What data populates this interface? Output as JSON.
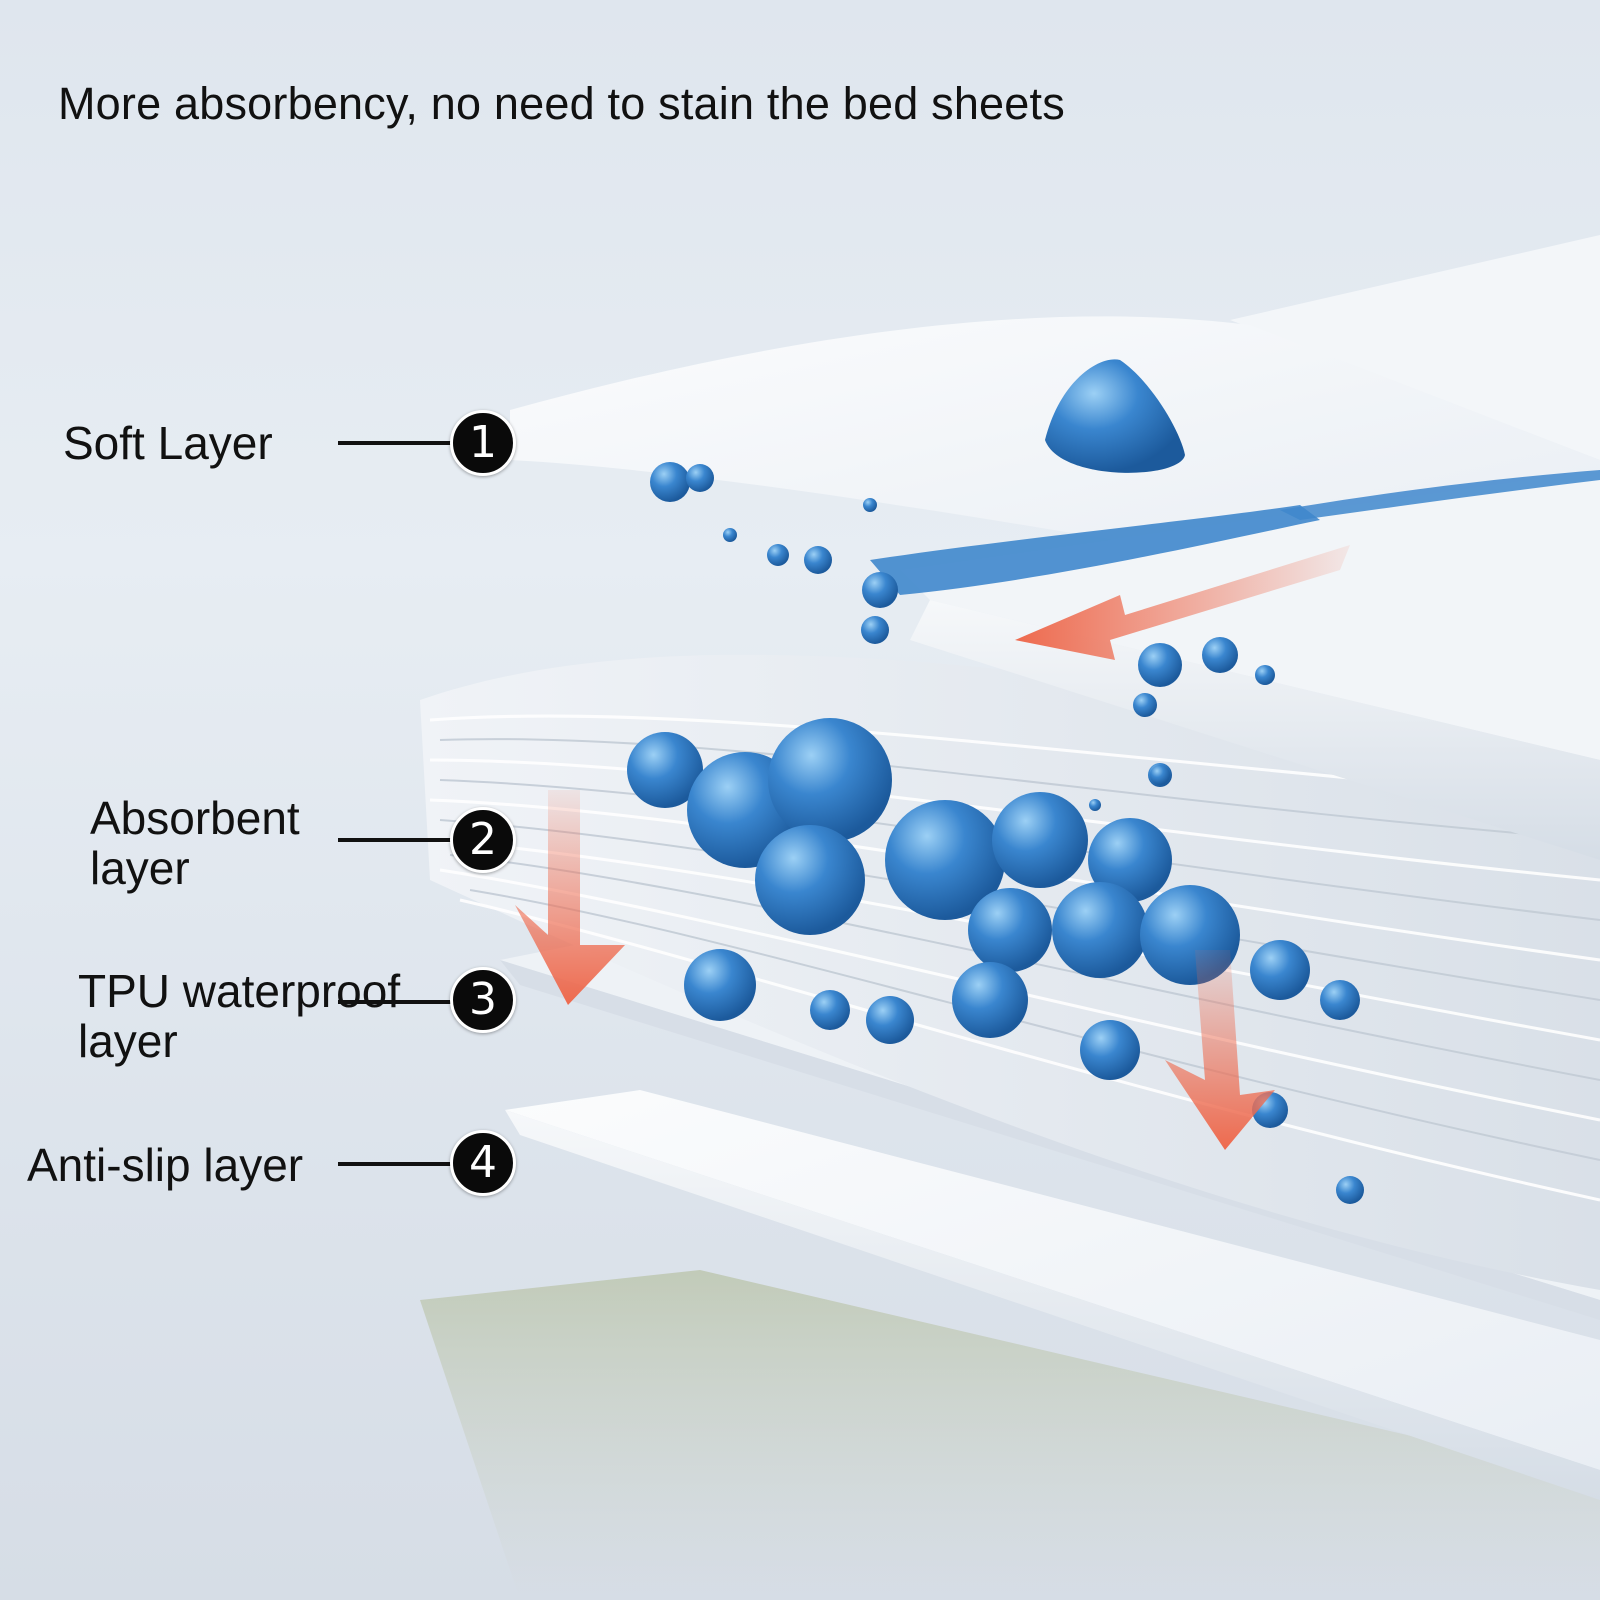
{
  "headline": "More absorbency, no need to stain the bed sheets",
  "layers": [
    {
      "number": "1",
      "label": "Soft Layer"
    },
    {
      "number": "2",
      "label": "Absorbent layer"
    },
    {
      "number": "3",
      "label": "TPU waterproof layer"
    },
    {
      "number": "4",
      "label": "Anti-slip layer"
    }
  ],
  "colors": {
    "water": "#2f7fc8",
    "arrow": "#ee6a4e",
    "badge": "#0a0a0a",
    "fabric": "#f4f6f9"
  }
}
